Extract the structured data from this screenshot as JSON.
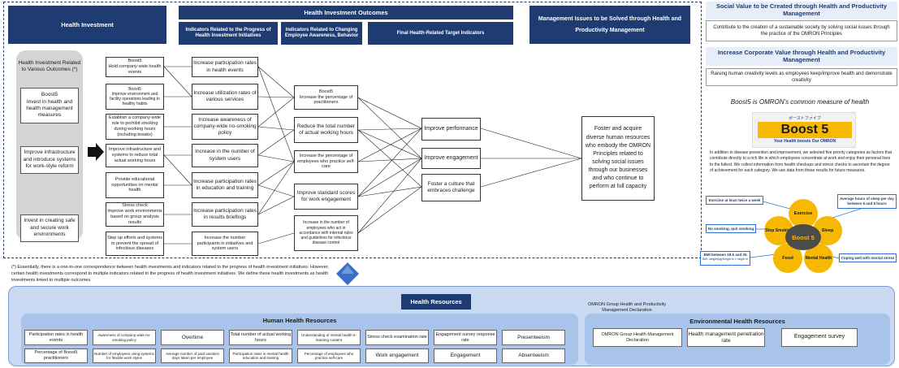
{
  "header": {
    "health_investment": "Health Investment",
    "outcomes": "Health Investment Outcomes",
    "col_progress": "Indicators Related to the Progress of Health Investment Initiatives",
    "col_awareness": "Indicators Related to Changing Employee Awareness, Behavior",
    "col_final": "Final Health-Related Target Indicators",
    "management_issues": "Management Issues to be Solved through Health and Productivity Management"
  },
  "left_panel": {
    "title": "Health Investment Related to Various Outcomes (*)",
    "items": [
      "Boost5\nInvest in health and health management measures",
      "Improve infrastructure and introduce systems for work-style reform",
      "Invest in creating safe and secure work environments"
    ]
  },
  "investments": [
    "Boost5\nHold company-wide health events",
    "Boost5\nImprove environment and facility operations leading to healthy habits",
    "Establish a company-wide rule to prohibit smoking during working hours (including breaks)",
    "Improve infrastructure and systems to reduce total actual working hours",
    "Provide educational opportunities on mental health",
    "Stress check\nImprove work environments based on group analysis results",
    "Step up efforts and systems to prevent the spread of infectious diseases"
  ],
  "progress_indicators": [
    "Increase participation rates in health events",
    "Increase utilization rates of various services",
    "Increase awareness of company-wide no-smoking policy",
    "Increase in the number of system users",
    "Increase participation rates in education and training",
    "Increase participation rates in results briefings",
    "Increase the number participants in initiatives and system users"
  ],
  "awareness_indicators": [
    "Boost5\nIncrease the percentage of practitioners",
    "Reduce the total number of actual working hours",
    "Increase the percentage of employees who practice self-care",
    "Improve standard scores for work engagement",
    "Increase in the number of employees who act in accordance with internal rules and guidelines for infectious disease control"
  ],
  "final_indicators": [
    "Improve performance",
    "Improve engagement",
    "Foster a culture that embraces challenge"
  ],
  "management_issue": "Foster and acquire diverse human resources who embody the OMRON Principles related to solving social issues through our businesses and who continue to perform at full capacity",
  "footnote": "(*) Essentially, there is a one-to-one correspondence between health investments and indicators related to the progress of health investment initiatives. However, certain health investments correspond to multiple indicators related to the progress of health investment initiatives. We define these health investments as health investments linked to multiple outcomes.",
  "social_value": {
    "title": "Social Value to be Created through Health and Productivity Management",
    "text": "Contribute to the creation of a sustainable society by solving social issues through the practice of the OMRON Principles"
  },
  "corporate_value": {
    "title": "Increase Corporate Value through Health and Productivity Management",
    "text": "Raising human creativity levels as employees keep/improve health and demonstrate creativity"
  },
  "boost5": {
    "heading": "Boost5 is OMRON's common measure of health",
    "logo_text": "Boost 5",
    "logo_jp": "ボーストファイブ",
    "logo_sub": "Your Health boosts Our OMRON",
    "description": "In addition to disease prevention and improvement, we selected five priority categories as factors that contribute directly to a rich life in which employees concentrate at work and enjoy their personal lives to the fullest. We collect information from health checkups and stress checks to ascertain the degree of achievement for each category. We use data from these results for future measures.",
    "center": "Boost 5",
    "petals": [
      "Exercise",
      "Sleep",
      "Mental Health",
      "Food",
      "Stop Smoking"
    ],
    "callouts": [
      "Exercise at least twice a week",
      "Average hours of sleep per day between 6 and 8 hours",
      "No smoking, quit smoking",
      "BMI between 18.5 and 25",
      "BMI: weight(kg)/height m × height m",
      "Coping well with mental stress"
    ],
    "colors": {
      "petal": "#f6b800",
      "center": "#4b4b4b",
      "callout_border": "#2d6fd0"
    }
  },
  "health_resources": {
    "title": "Health Resources",
    "human_title": "Human Health Resources",
    "human_row1": [
      "Participation rates in health events",
      "Awareness of company-wide no-smoking policy",
      "Overtime",
      "Total number of actual working hours",
      "Understanding of mental health e-learning content",
      "Stress check examination rate",
      "Engagement survey response rate",
      "Presenteeism"
    ],
    "human_row2": [
      "Percentage of Boost5 practitioners",
      "Number of employees using systems for flexible work styles",
      "Average number of paid vacation days taken per employee",
      "Participation rates in mental health education and training",
      "Percentage of employees who practice self-care",
      "Work engagement",
      "Engagement",
      "Absenteeism"
    ],
    "env_title": "Environmental Health Resources",
    "env_note": "OMRON Group Health and Productivity Management Declaration",
    "env_items": [
      "OMRON Group Health Management Declaration",
      "Health management penetration rate",
      "Engagement survey"
    ]
  },
  "colors": {
    "navy": "#1f3c72",
    "panel_light": "#c9daf2",
    "panel_mid": "#a9c4ea",
    "arrow": "#3b6ec7"
  }
}
